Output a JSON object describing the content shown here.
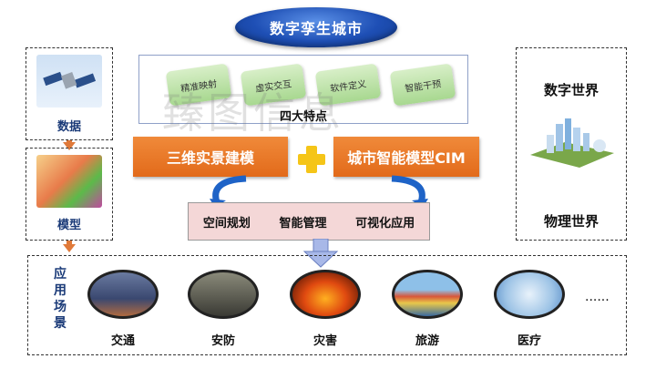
{
  "title": "数字孪生城市",
  "left_panel": {
    "data_label": "数据",
    "model_label": "模型"
  },
  "features": {
    "items": [
      "精准映射",
      "虚实交互",
      "软件定义",
      "智能干预"
    ],
    "caption": "四大特点"
  },
  "watermark": "臻图信息",
  "modeling": {
    "left": "三维实景建模",
    "right": "城市智能模型CIM"
  },
  "applications": [
    "空间规划",
    "智能管理",
    "可视化应用"
  ],
  "worlds": {
    "digital": "数字世界",
    "physical": "物理世界"
  },
  "scenarios": {
    "label": "应用场景",
    "items": [
      "交通",
      "安防",
      "灾害",
      "旅游",
      "医疗"
    ],
    "more": "......"
  },
  "colors": {
    "orange": "#e26a1a",
    "blue": "#1e4fb5",
    "feature_green": "#a8d890",
    "app_pink": "#f4d7d7"
  }
}
